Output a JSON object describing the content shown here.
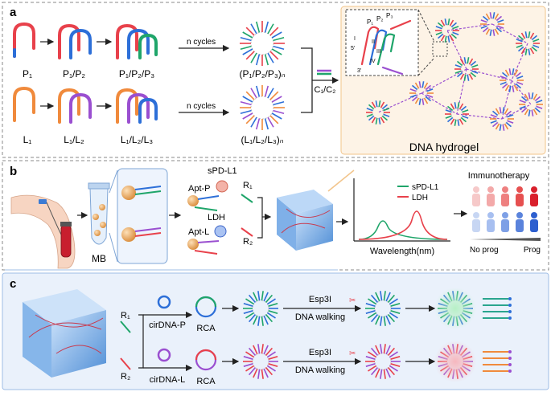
{
  "panel_a": {
    "letter": "a",
    "top_row": [
      "P₁",
      "P₁/P₂",
      "P₁/P₂/P₃",
      "(P₁/P₂/P₃)ₙ"
    ],
    "bottom_row": [
      "L₁",
      "L₁/L₂",
      "L₁/L₂/L₃",
      "(L₁/L₂/L₃)ₙ"
    ],
    "cycles_label": "n cycles",
    "crosslinker": "C₁/C₂",
    "hydrogel_title": "DNA hydrogel",
    "inset_labels": [
      "P₁",
      "P₂",
      "P₃",
      "I",
      "II",
      "III",
      "IV",
      "5'",
      "3'"
    ]
  },
  "panel_b": {
    "letter": "b",
    "mb_label": "MB",
    "aptamers": [
      "Apt-P",
      "Apt-L"
    ],
    "targets": [
      "sPD-L1",
      "LDH"
    ],
    "releases": [
      "R₁",
      "R₂"
    ],
    "legend": [
      "sPD-L1",
      "LDH"
    ],
    "xlabel": "Wavelength(nm)",
    "immuno_title": "Immunotherapy",
    "scale_left": "No prog",
    "scale_right": "Prog"
  },
  "panel_c": {
    "letter": "c",
    "releases": [
      "R₁",
      "R₂"
    ],
    "circles": [
      "cirDNA-P",
      "cirDNA-L"
    ],
    "rca": [
      "RCA",
      "RCA"
    ],
    "enzyme": [
      "Esp3I",
      "Esp3I"
    ],
    "walk": [
      "DNA walking",
      "DNA walking"
    ]
  },
  "colors": {
    "red": "#e8414b",
    "blue": "#2d6fd8",
    "green": "#1fa56a",
    "orange": "#f08a3c",
    "teal": "#2aa58e",
    "purple": "#9a4fd0",
    "panel_a_bg": "#fdf3e6",
    "panel_c_bg": "#eaf1fb"
  },
  "icons": [
    "arm-icon",
    "blood-tube-icon",
    "magnetic-bead-icon",
    "hydrogel-cube-icon",
    "scissors-icon",
    "person-icon"
  ]
}
